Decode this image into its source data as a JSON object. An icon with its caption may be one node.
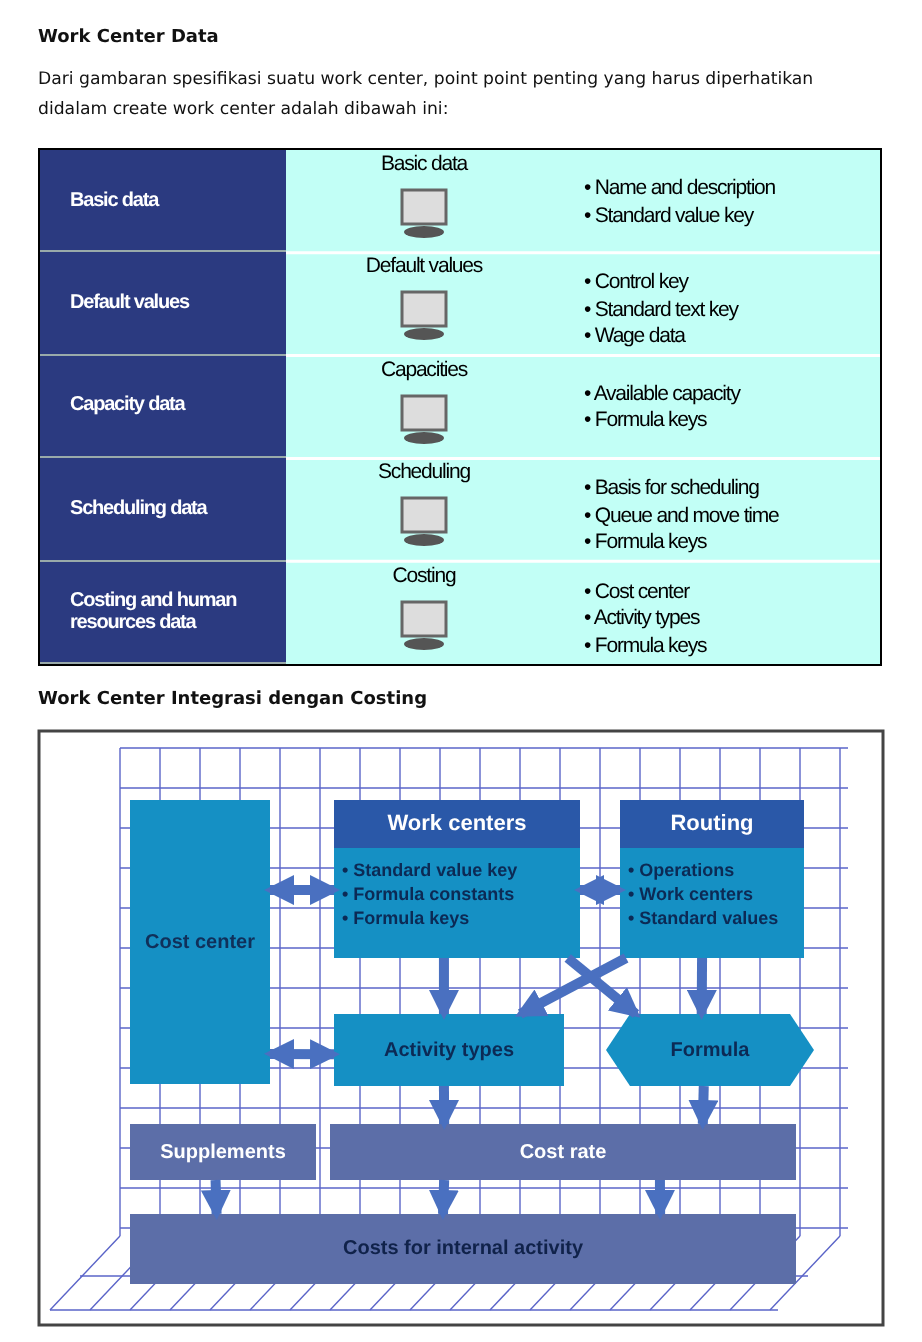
{
  "diagram": {
    "title": "Work Center Data",
    "nodes": [
      {
        "text": [
          "Cost center"
        ]
      },
      {
        "text": [
          "Work centers",
          "• Standard value key • Formula constants • Formula keys"
        ]
      },
      {
        "text": [
          "Routing",
          "• Operations • Work centers • Standard values"
        ]
      },
      {
        "text": [
          "Activity types"
        ]
      },
      {
        "text": [
          "Formula"
        ]
      },
      {
        "text": [
          "Supplements"
        ]
      },
      {
        "text": [
          "Cost rate"
        ]
      },
      {
        "text": [
          "Costs for internal activity"
        ]
      }
    ],
    "edges": [
      {
        "from": 0,
        "to": 1,
        "arrow": "both"
      },
      {
        "from": 0,
        "to": 3,
        "arrow": "both"
      },
      {
        "from": 1,
        "to": 2,
        "arrow": "both"
      },
      {
        "from": 1,
        "to": 3,
        "arrow": "to"
      },
      {
        "from": 1,
        "to": 4,
        "arrow": "to"
      },
      {
        "from": 2,
        "to": 3,
        "arrow": "to"
      },
      {
        "from": 2,
        "to": 4,
        "arrow": "to"
      },
      {
        "from": 3,
        "to": 6,
        "arrow": "to"
      },
      {
        "from": 4,
        "to": 6,
        "arrow": "to"
      },
      {
        "from": 5,
        "to": 7,
        "arrow": "to"
      },
      {
        "from": 6,
        "to": 7,
        "arrow": "to"
      },
      {
        "from": 6,
        "to": 7,
        "arrow": "to"
      }
    ],
    "labels": [
      "Dari gambaran spesifikasi suatu work center, point point penting yang harus diperhatikan didalam create work center adalah dibawah ini:",
      "Basic data",
      "Basic data",
      "• Name and description • Standard value key",
      "Default values",
      "Default values",
      "• Control key • Standard text key • Wage data",
      "Capacity data",
      "Capacities",
      "• Available capacity • Formula keys",
      "Scheduling data",
      "Scheduling",
      "• Basis for scheduling • Queue and move time • Formula keys",
      "Costing and human resources data",
      "Costing",
      "• Cost center • Activity types • Formula keys",
      "Work Center Integrasi dengan Costing"
    ]
  }
}
